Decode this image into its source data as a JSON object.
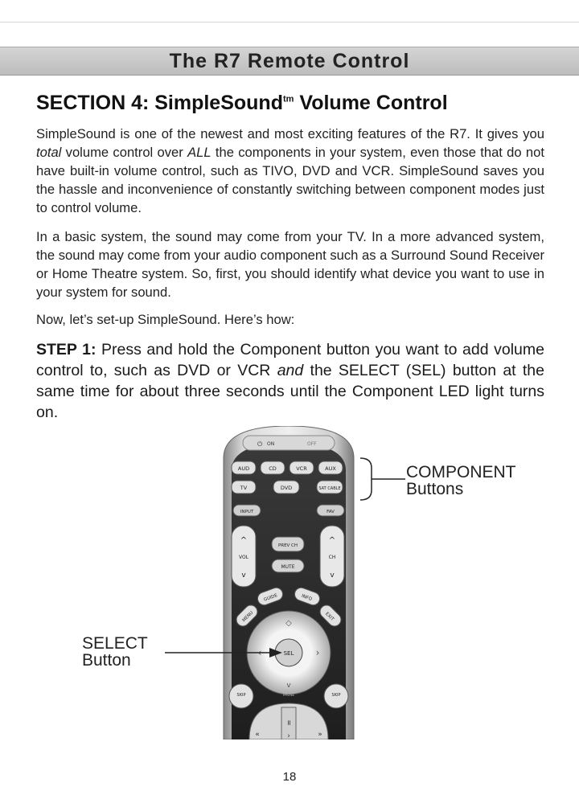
{
  "header": {
    "title": "The R7 Remote Control"
  },
  "section": {
    "title": "SECTION 4: SimpleSound",
    "tm": "tm",
    "title_tail": " Volume Control"
  },
  "paragraphs": [
    "SimpleSound is one of the newest and most exciting features of the R7. It gives you total volume control over ALL the components in your system, even those that do not have built-in volume control, such as TIVO, DVD and VCR. SimpleSound saves you the hassle and inconvenience of constantly switching between component modes just to control volume.",
    "In a basic system, the sound may come from your TV. In a more advanced system, the sound may come from your audio component such as a Surround Sound Receiver or Home Theatre system. So, first, you should identify what device you want to use in your system for sound.",
    "Now, let’s set-up SimpleSound. Here’s how:"
  ],
  "p1_parts": {
    "a": "SimpleSound is one of the newest and most exciting features of the R7. It gives you ",
    "b": "total",
    "c": " volume control over ",
    "d": "ALL",
    "e": " the components in your system, even those that do not have built-in volume control, such as TIVO, DVD and VCR. SimpleSound saves you the hassle and inconvenience of constantly switching between component modes just to control volume."
  },
  "step1": {
    "label": "STEP 1:",
    "a": " Press and hold the Component button you want to add volume control to, such as DVD or VCR ",
    "b": "and",
    "c": " the SELECT (SEL) button at the same time for about three seconds until the Component LED light turns on."
  },
  "callouts": {
    "component": {
      "line1": "COMPONENT",
      "line2": "Buttons"
    },
    "select": {
      "line1": "SELECT",
      "line2": "Button"
    }
  },
  "remote_labels": {
    "on": "ON",
    "off": "OFF",
    "row1": [
      "AUD",
      "CD",
      "VCR",
      "AUX"
    ],
    "row2": [
      "TV",
      "DVD",
      "SAT CABLE"
    ],
    "input": "INPUT",
    "fav": "FAV",
    "vol": "VOL",
    "ch": "CH",
    "prev_ch": "PREV CH",
    "mute": "MUTE",
    "menu": "MENU",
    "guide": "GUIDE",
    "info": "INFO",
    "exit": "EXIT",
    "sel": "SEL",
    "skip_minus": "SKIP",
    "skip_plus": "SKIP",
    "pause": "PAUSE"
  },
  "footer": {
    "page": "18"
  }
}
